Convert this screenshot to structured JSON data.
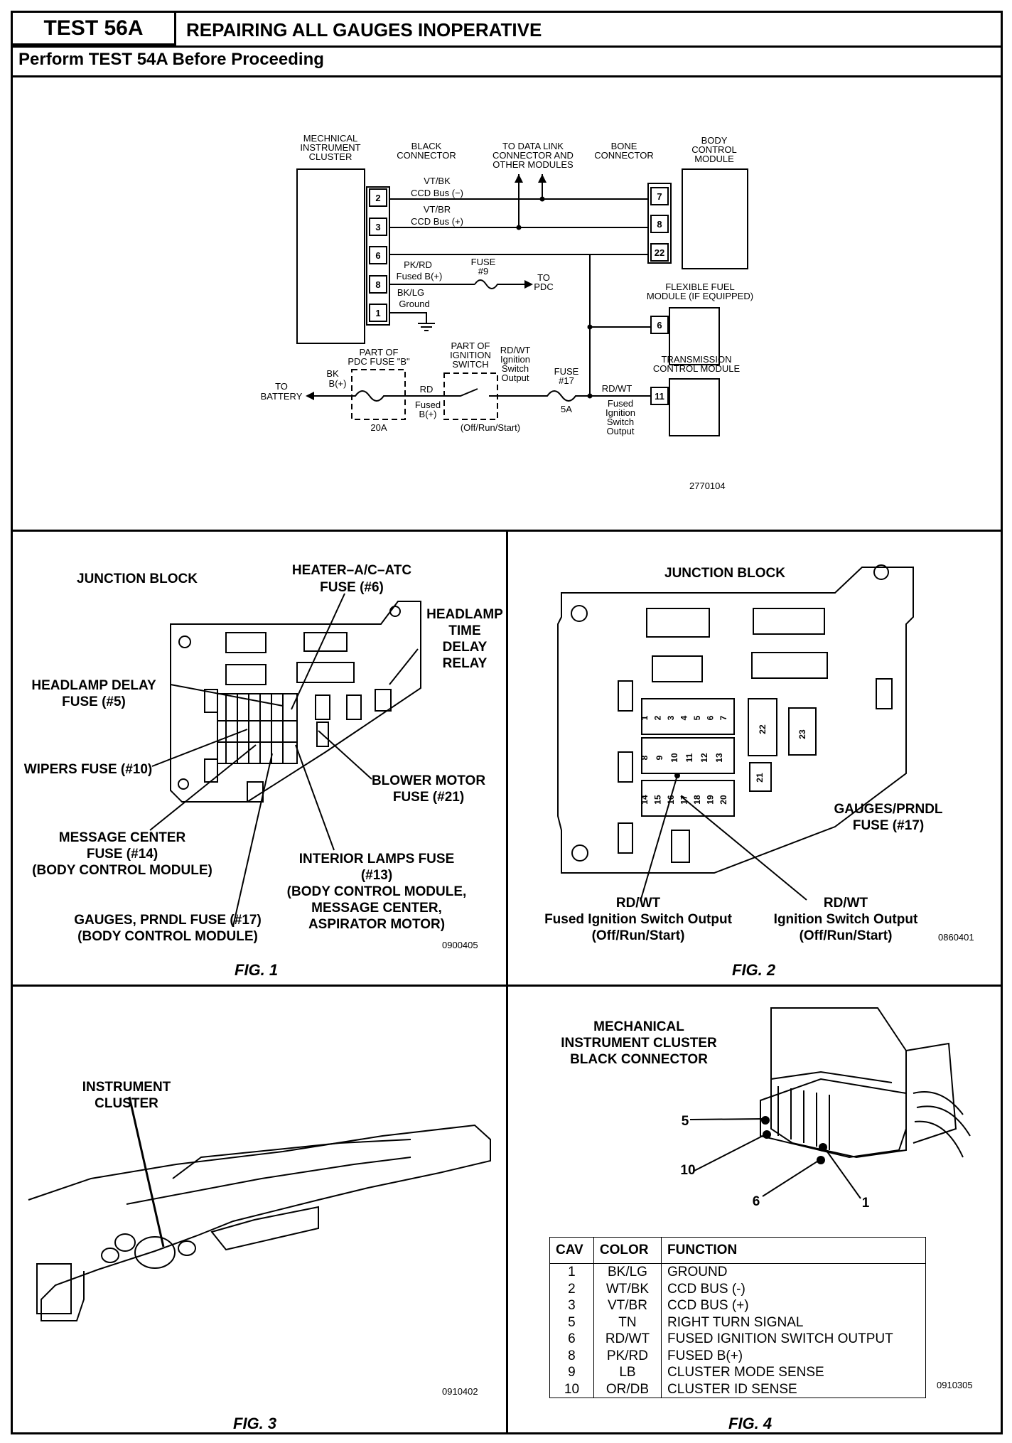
{
  "header": {
    "test_id": "TEST 56A",
    "title": "REPAIRING ALL GAUGES INOPERATIVE",
    "subtitle": "Perform TEST 54A Before Proceeding"
  },
  "wiring": {
    "cluster": [
      "MECHNICAL",
      "INSTRUMENT",
      "CLUSTER"
    ],
    "black_conn": [
      "BLACK",
      "CONNECTOR"
    ],
    "data_link": [
      "TO DATA LINK",
      "CONNECTOR AND",
      "OTHER MODULES"
    ],
    "bone_conn": [
      "BONE",
      "CONNECTOR"
    ],
    "bcm": [
      "BODY",
      "CONTROL",
      "MODULE"
    ],
    "pins_left": [
      "2",
      "3",
      "6",
      "8",
      "1"
    ],
    "pins_right": [
      "7",
      "8",
      "22"
    ],
    "wire_vtbk": "VT/BK",
    "bus_minus": "CCD Bus (−)",
    "wire_vtbr": "VT/BR",
    "bus_plus": "CCD Bus (+)",
    "wire_pkrd": "PK/RD",
    "fused_b": "Fused B(+)",
    "fuse9": [
      "FUSE",
      "#9"
    ],
    "to_pdc": [
      "TO",
      "PDC"
    ],
    "bklg": "BK/LG",
    "ground": "Ground",
    "ffm": [
      "FLEXIBLE FUEL",
      "MODULE (IF EQUIPPED)"
    ],
    "ffm_pin": "6",
    "pdc_fuse": [
      "PART OF",
      "PDC FUSE \"B\""
    ],
    "ign_sw": [
      "PART OF",
      "IGNITION",
      "SWITCH"
    ],
    "rdwt_top": [
      "RD/WT",
      "Ignition",
      "Switch",
      "Output"
    ],
    "fuse17": [
      "FUSE",
      "#17"
    ],
    "tcm": [
      "TRANSMISSION",
      "CONTROL MODULE"
    ],
    "tcm_pin": "11",
    "bk": [
      "BK",
      "B(+)"
    ],
    "to_batt": [
      "TO",
      "BATTERY"
    ],
    "rd": "RD",
    "fused_b2": [
      "Fused",
      "B(+)"
    ],
    "amp20": "20A",
    "offrun": "(Off/Run/Start)",
    "amp5": "5A",
    "rdwt_right": "RD/WT",
    "fused_ign": [
      "Fused",
      "Ignition",
      "Switch",
      "Output"
    ],
    "code": "2770104"
  },
  "fig1": {
    "junction": "JUNCTION BLOCK",
    "heater": [
      "HEATER–A/C–ATC",
      "FUSE (#6)"
    ],
    "headlamp_relay": [
      "HEADLAMP",
      "TIME",
      "DELAY",
      "RELAY"
    ],
    "headlamp_fuse": [
      "HEADLAMP DELAY",
      "FUSE (#5)"
    ],
    "wipers": "WIPERS FUSE (#10)",
    "blower": [
      "BLOWER MOTOR",
      "FUSE (#21)"
    ],
    "message": [
      "MESSAGE CENTER",
      "FUSE (#14)",
      "(BODY CONTROL MODULE)"
    ],
    "interior": [
      "INTERIOR LAMPS FUSE",
      "(#13)",
      "(BODY CONTROL MODULE,",
      "MESSAGE CENTER,",
      "ASPIRATOR MOTOR)"
    ],
    "gauges": [
      "GAUGES, PRNDL FUSE (#17)",
      "(BODY CONTROL MODULE)"
    ],
    "code": "0900405",
    "caption": "FIG. 1"
  },
  "fig2": {
    "junction": "JUNCTION BLOCK",
    "gauges": [
      "GAUGES/PRNDL",
      "FUSE (#17)"
    ],
    "left_label": [
      "RD/WT",
      "Fused Ignition Switch Output",
      "(Off/Run/Start)"
    ],
    "right_label": [
      "RD/WT",
      "Ignition Switch Output",
      "(Off/Run/Start)"
    ],
    "row1": [
      "1",
      "2",
      "3",
      "4",
      "5",
      "6",
      "7"
    ],
    "row2": [
      "8",
      "9",
      "10",
      "11",
      "12",
      "13"
    ],
    "row3": [
      "14",
      "15",
      "16",
      "17",
      "18",
      "19",
      "20"
    ],
    "tall": [
      "22",
      "23",
      "21"
    ],
    "code": "0860401",
    "caption": "FIG. 2"
  },
  "fig3": {
    "label": [
      "INSTRUMENT",
      "CLUSTER"
    ],
    "code": "0910402",
    "caption": "FIG. 3"
  },
  "fig4": {
    "title": [
      "MECHANICAL",
      "INSTRUMENT CLUSTER",
      "BLACK CONNECTOR"
    ],
    "pins": [
      "5",
      "10",
      "6",
      "1"
    ],
    "headers": [
      "CAV",
      "COLOR",
      "FUNCTION"
    ],
    "rows": [
      [
        "1",
        "BK/LG",
        "GROUND"
      ],
      [
        "2",
        "WT/BK",
        "CCD BUS (-)"
      ],
      [
        "3",
        "VT/BR",
        "CCD BUS (+)"
      ],
      [
        "5",
        "TN",
        "RIGHT TURN SIGNAL"
      ],
      [
        "6",
        "RD/WT",
        "FUSED IGNITION SWITCH OUTPUT"
      ],
      [
        "8",
        "PK/RD",
        "FUSED B(+)"
      ],
      [
        "9",
        "LB",
        "CLUSTER MODE SENSE"
      ],
      [
        "10",
        "OR/DB",
        "CLUSTER ID SENSE"
      ]
    ],
    "code": "0910305",
    "caption": "FIG. 4"
  }
}
